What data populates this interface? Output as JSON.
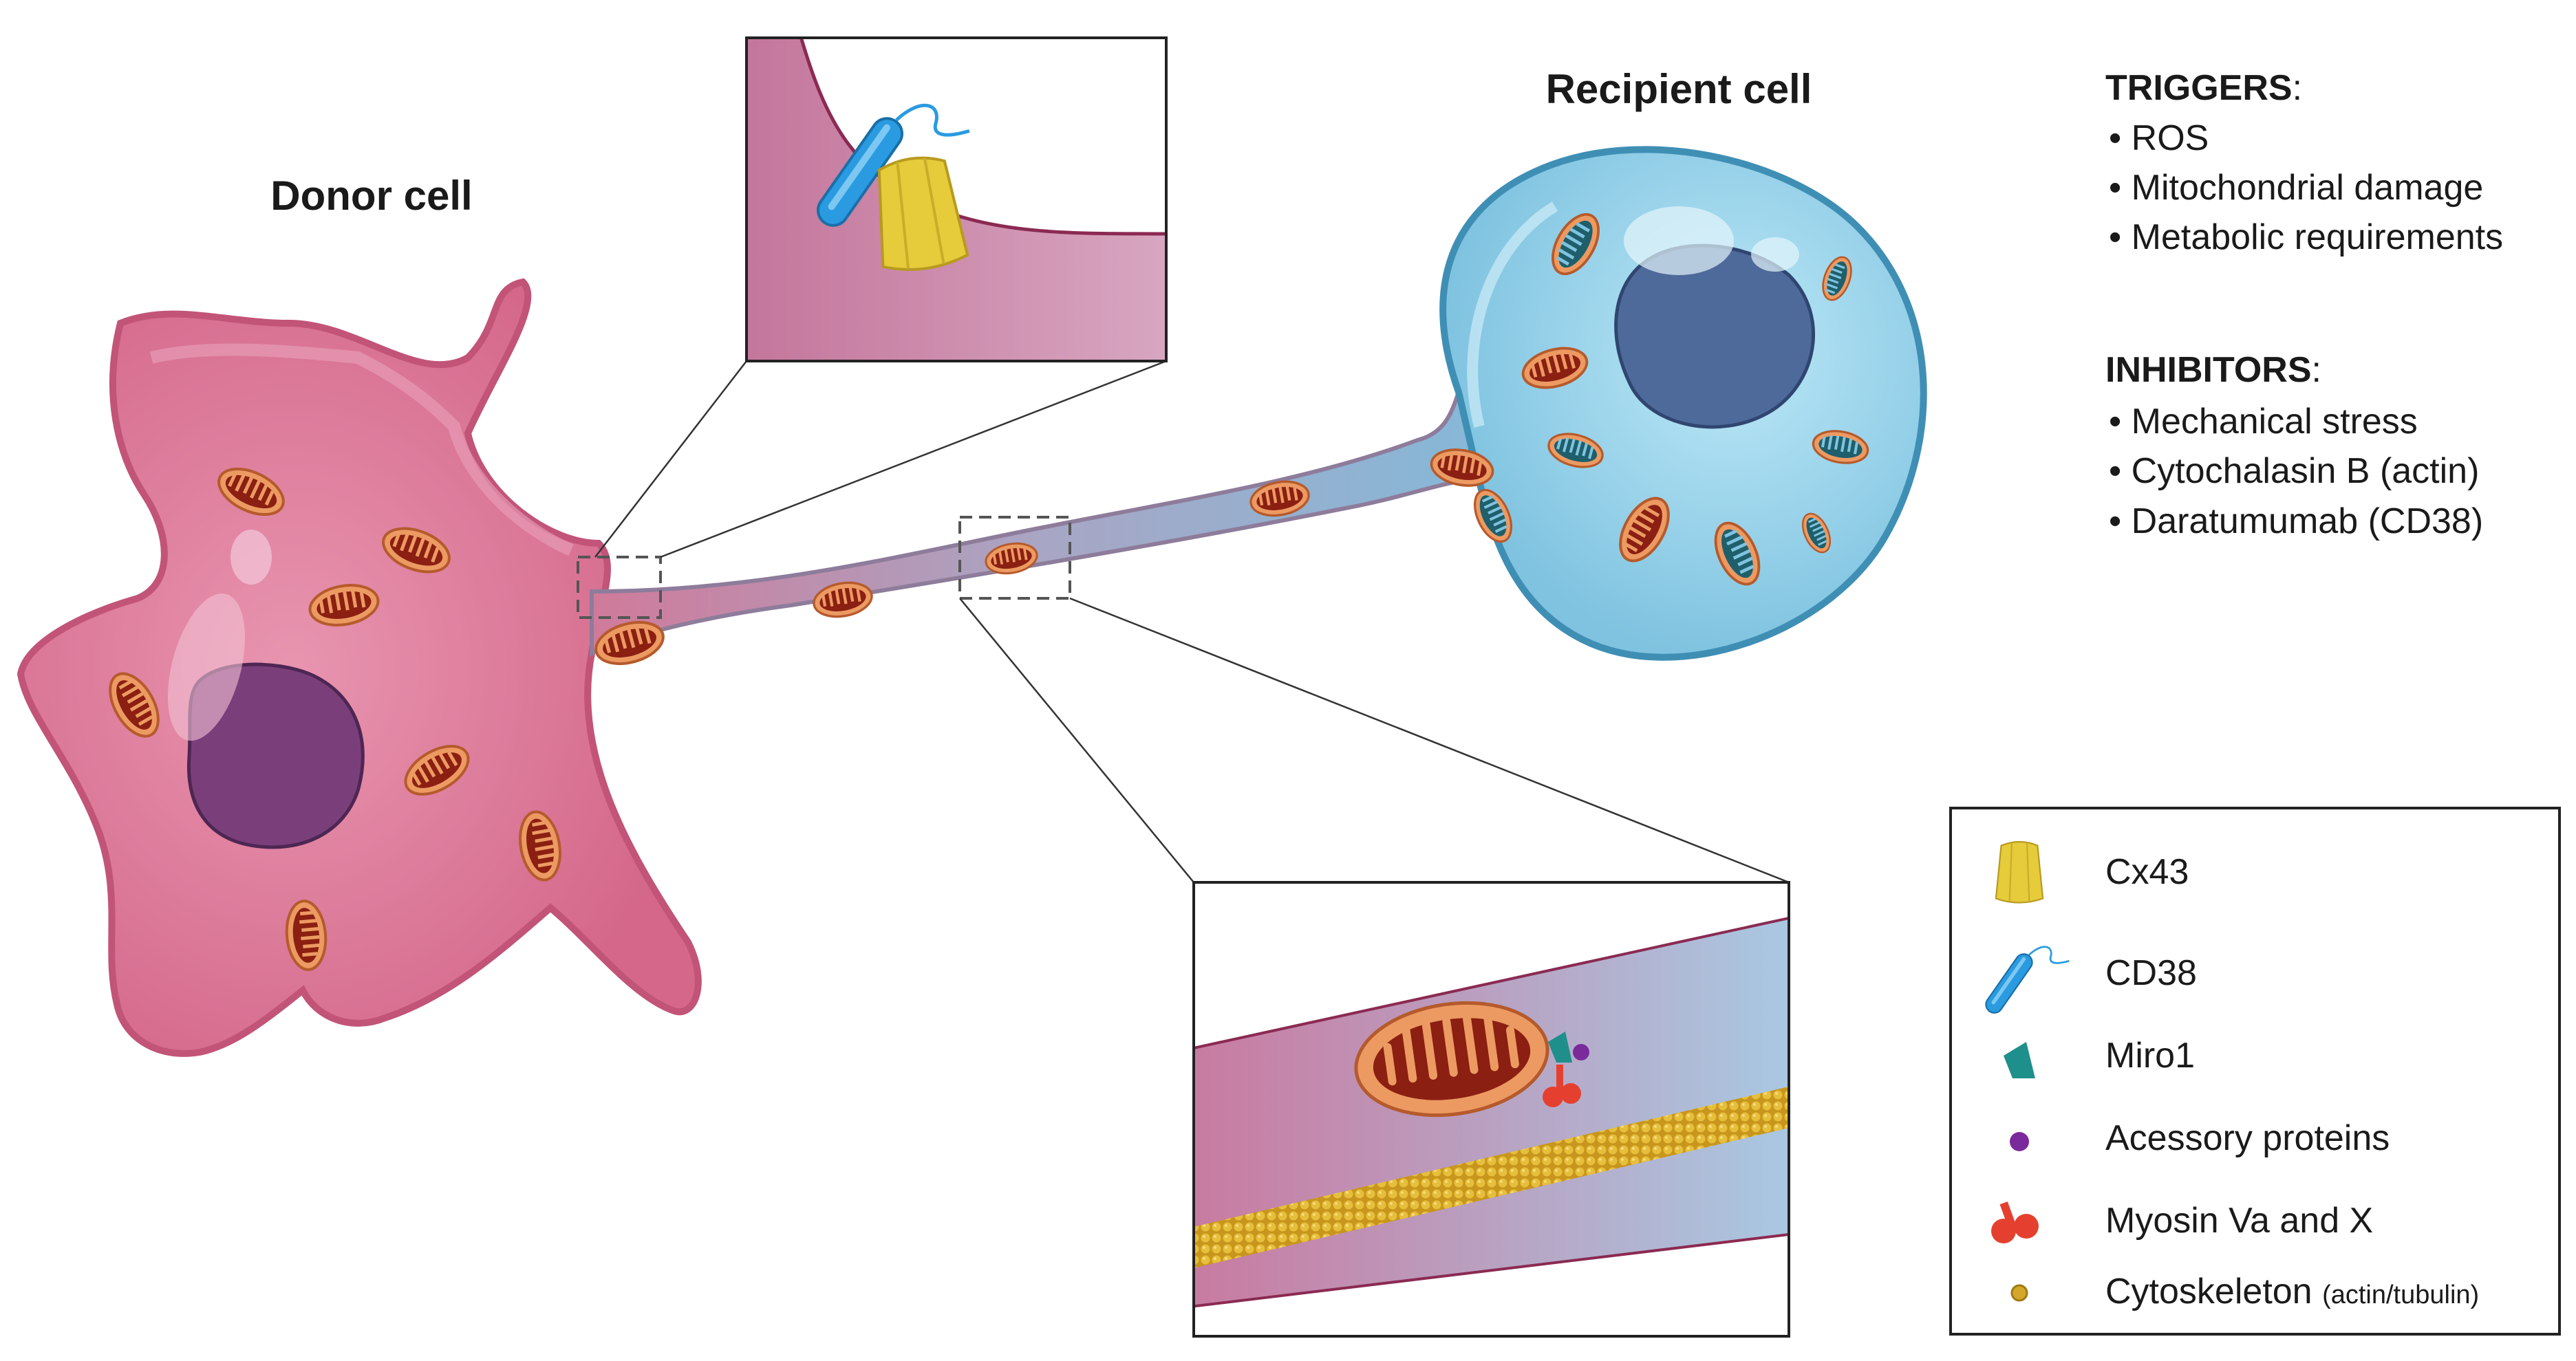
{
  "titles": {
    "donor": "Donor cell",
    "recipient": "Recipient cell"
  },
  "triggers": {
    "heading": "TRIGGERS",
    "items": [
      "ROS",
      "Mitochondrial damage",
      "Metabolic requirements"
    ]
  },
  "inhibitors": {
    "heading": "INHIBITORS",
    "items": [
      "Mechanical stress",
      "Cytochalasin B (actin)",
      "Daratumumab (CD38)"
    ]
  },
  "legend": {
    "items": [
      {
        "icon": "cx43-icon",
        "label": "Cx43"
      },
      {
        "icon": "cd38-icon",
        "label": "CD38"
      },
      {
        "icon": "miro1-icon",
        "label": "Miro1"
      },
      {
        "icon": "accessory-protein-icon",
        "label": "Acessory proteins"
      },
      {
        "icon": "myosin-icon",
        "label": "Myosin Va and X"
      },
      {
        "icon": "cytoskeleton-icon",
        "label": "Cytoskeleton",
        "note": "(actin/tubulin)"
      }
    ]
  },
  "colors": {
    "donor_cell": "#d9708f",
    "recipient_cell": "#7ec8e3",
    "mitochondrion": "#e2834f",
    "cx43": "#e6cb3a",
    "cd38": "#2a9be0",
    "miro1": "#1f8f8c",
    "accessory": "#7b2a9b",
    "myosin": "#e5402f",
    "cytoskeleton": "#d4a62a"
  }
}
